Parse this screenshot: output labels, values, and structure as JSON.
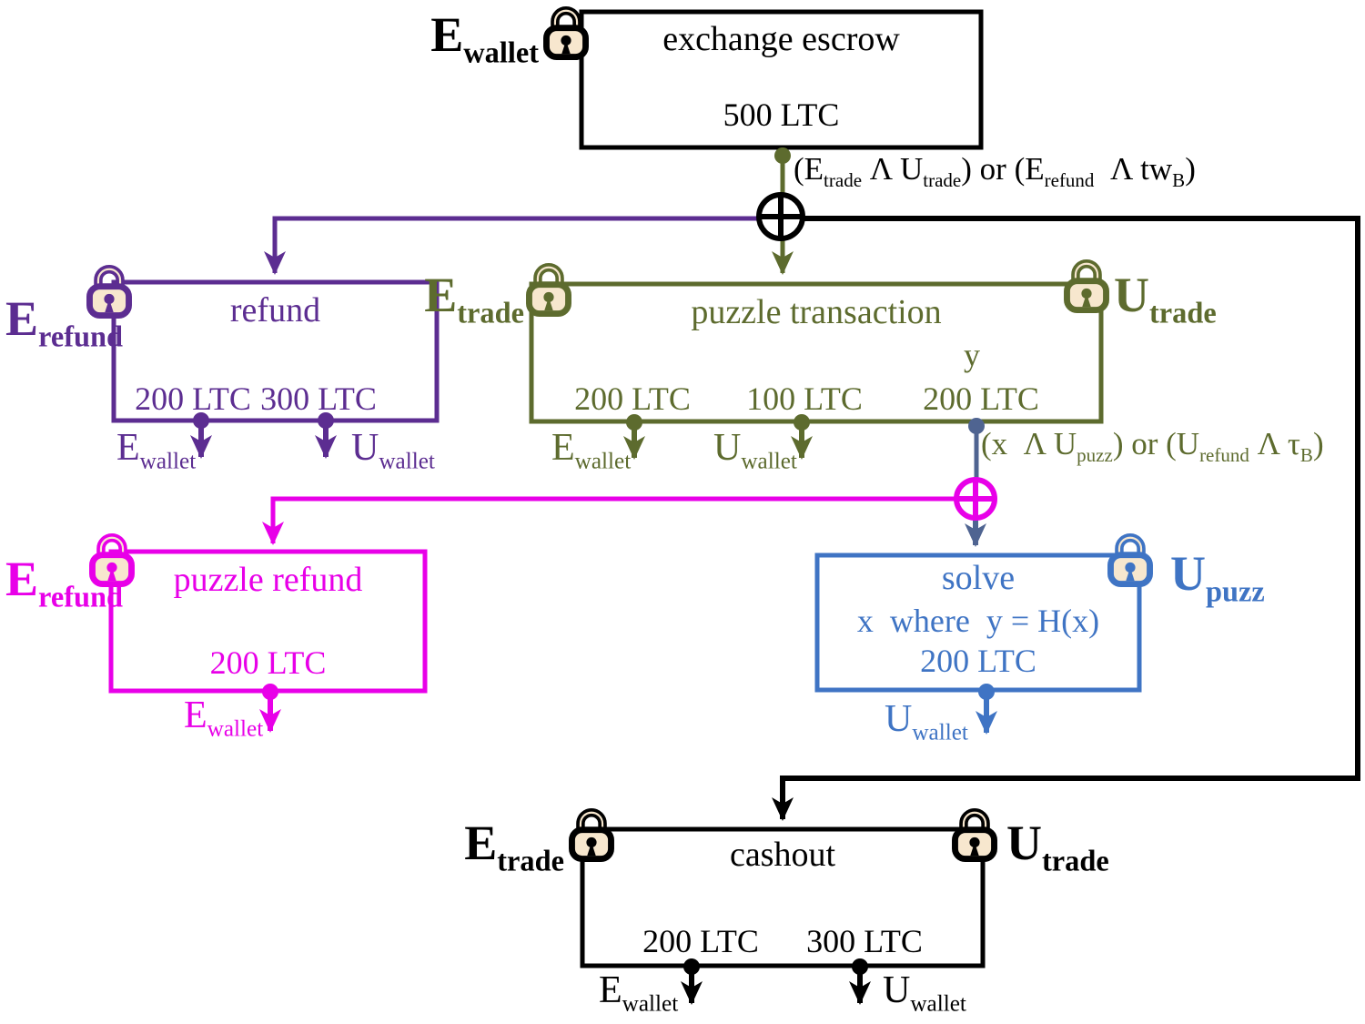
{
  "colors": {
    "black": "#000000",
    "olive": "#5d6b2e",
    "purple": "#5c2d91",
    "magenta": "#e800e8",
    "blue": "#3f74c4",
    "slate_arrow": "#4f6491",
    "lock_body_fill": "#f7e7ce"
  },
  "locks": {
    "e_wallet": {
      "main": "E",
      "sub": "wallet"
    },
    "e_refund": {
      "main": "E",
      "sub": "refund"
    },
    "e_trade": {
      "main": "E",
      "sub": "trade"
    },
    "u_trade": {
      "main": "U",
      "sub": "trade"
    },
    "u_puzz": {
      "main": "U",
      "sub": "puzz"
    }
  },
  "wallets": {
    "e": {
      "main": "E",
      "sub": "wallet"
    },
    "u": {
      "main": "U",
      "sub": "wallet"
    }
  },
  "boxes": {
    "escrow": {
      "title": "exchange escrow",
      "amount": "500 LTC"
    },
    "refund": {
      "title": "refund",
      "amount1": "200 LTC",
      "amount2": "300 LTC"
    },
    "puzzle": {
      "title": "puzzle transaction",
      "y": "y",
      "amount1": "200 LTC",
      "amount2": "100 LTC",
      "amount3": "200 LTC"
    },
    "puzzle_refund": {
      "title": "puzzle refund",
      "amount": "200 LTC"
    },
    "solve": {
      "title": "solve",
      "equation": "x  where  y = H(x)",
      "amount": "200 LTC"
    },
    "cashout": {
      "title": "cashout",
      "amount1": "200 LTC",
      "amount2": "300 LTC"
    }
  },
  "conditions": {
    "escrow_spend": [
      {
        "t": "(E"
      },
      {
        "s": "trade"
      },
      {
        "t": " Λ U"
      },
      {
        "s": "trade"
      },
      {
        "t": ") or (E"
      },
      {
        "s": "refund"
      },
      {
        "t": "  Λ tw"
      },
      {
        "s": "B"
      },
      {
        "t": ")"
      }
    ],
    "puzzle_spend": [
      {
        "t": "(x  Λ U"
      },
      {
        "s": "puzz"
      },
      {
        "t": ") or (U"
      },
      {
        "s": "refund"
      },
      {
        "t": " Λ τ"
      },
      {
        "s": "B"
      },
      {
        "t": ")"
      }
    ]
  }
}
